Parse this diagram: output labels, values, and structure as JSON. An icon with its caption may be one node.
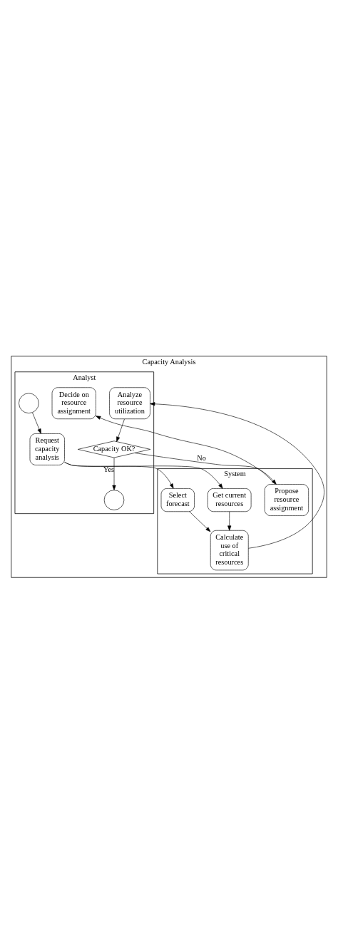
{
  "diagram": {
    "nodes": [
      {
        "text": [
          "Capacity Analysis"
        ]
      },
      {
        "text": [
          "Analyst"
        ],
        "in": 0
      },
      {
        "text": [
          "System"
        ],
        "in": 0
      },
      {
        "text": [],
        "shape": "circle",
        "in": 1
      },
      {
        "text": [
          "Request capacity analysis"
        ],
        "in": 1
      },
      {
        "text": [
          "Select forecast"
        ],
        "in": 2
      },
      {
        "text": [
          "Get current resources"
        ],
        "in": 2
      },
      {
        "text": [
          "Calculate use of critical resources"
        ],
        "in": 2
      },
      {
        "text": [
          "Analyze resource utilization"
        ],
        "in": 1
      },
      {
        "text": [
          "Capacity OK?"
        ],
        "in": 1
      },
      {
        "text": [
          "Propose resource assignment"
        ],
        "in": 2
      },
      {
        "text": [
          "Decide on resource assignment"
        ],
        "in": 1
      },
      {
        "text": [],
        "shape": "circle",
        "in": 1
      }
    ],
    "edges": [
      {
        "from": 3,
        "to": 4,
        "arrow": "to"
      },
      {
        "from": 4,
        "to": 5,
        "arrow": "to"
      },
      {
        "from": 4,
        "to": 6,
        "arrow": "to"
      },
      {
        "from": 5,
        "to": 7,
        "arrow": "to"
      },
      {
        "from": 6,
        "to": 7,
        "arrow": "to"
      },
      {
        "from": 7,
        "to": 8,
        "arrow": "to"
      },
      {
        "from": 8,
        "to": 9,
        "arrow": "to"
      },
      {
        "from": 9,
        "to": 12,
        "arrow": "to",
        "label": "Yes"
      },
      {
        "from": 9,
        "to": 10,
        "arrow": "to",
        "label": "No"
      },
      {
        "from": 10,
        "to": 11,
        "arrow": "to"
      }
    ]
  }
}
